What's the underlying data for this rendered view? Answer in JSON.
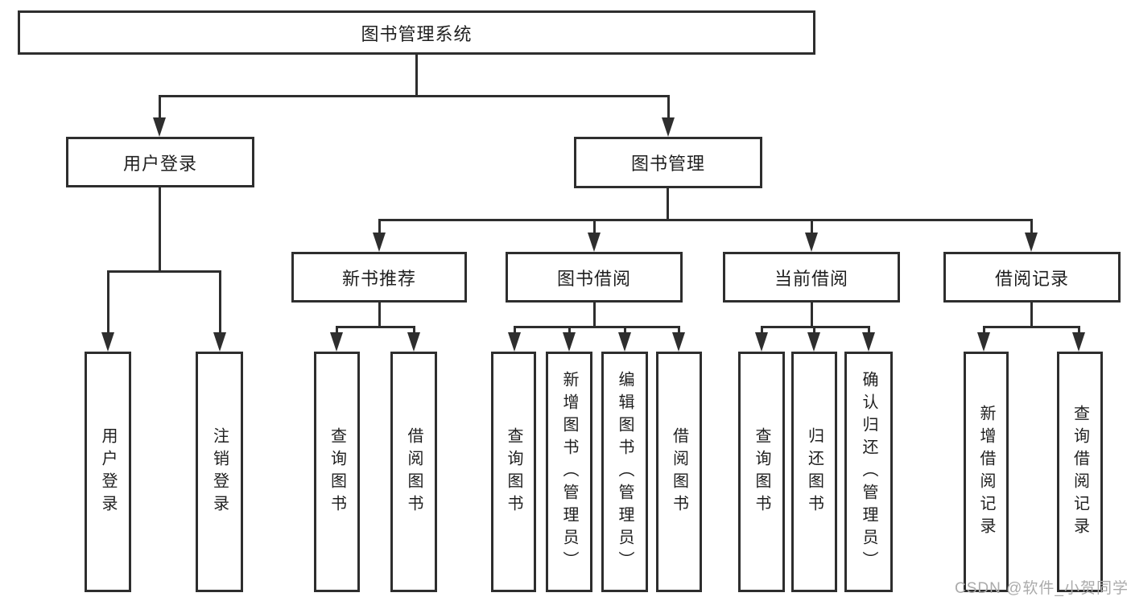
{
  "root": {
    "label": "图书管理系统"
  },
  "level2": [
    {
      "label": "用户登录"
    },
    {
      "label": "图书管理"
    }
  ],
  "level3": [
    {
      "label": "新书推荐"
    },
    {
      "label": "图书借阅"
    },
    {
      "label": "当前借阅"
    },
    {
      "label": "借阅记录"
    }
  ],
  "leaves": {
    "user_login": [
      "用户登录",
      "注销登录"
    ],
    "new_book": [
      "查询图书",
      "借阅图书"
    ],
    "book_borrow": [
      "查询图书",
      "新增图书（管理员）",
      "编辑图书（管理员）",
      "借阅图书"
    ],
    "current_borrow": [
      "查询图书",
      "归还图书",
      "确认归还（管理员）"
    ],
    "borrow_record": [
      "新增借阅记录",
      "查询借阅记录"
    ]
  },
  "watermark": "CSDN @软件_小贺同学",
  "colors": {
    "line": "#2e2e2e",
    "text": "#1f1f1f",
    "background": "#ffffff",
    "watermark": "#ababab"
  }
}
